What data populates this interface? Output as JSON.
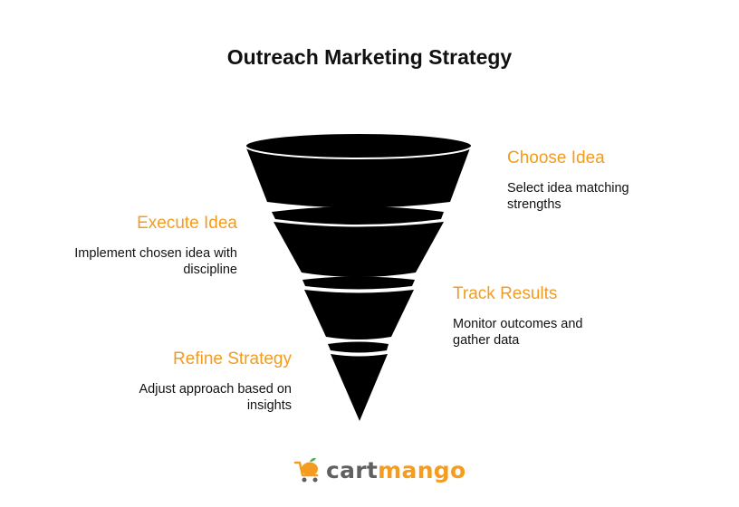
{
  "title": "Outreach Marketing Strategy",
  "colors": {
    "accent": "#f39c1f",
    "funnel": "#000000",
    "text": "#111111",
    "brand_dark": "#606060"
  },
  "stages": [
    {
      "label": "Choose Idea",
      "description": "Select idea matching strengths"
    },
    {
      "label": "Execute Idea",
      "description": "Implement chosen idea with discipline"
    },
    {
      "label": "Track Results",
      "description": "Monitor outcomes and gather data"
    },
    {
      "label": "Refine Strategy",
      "description": "Adjust approach based on insights"
    }
  ],
  "brand": {
    "part1": "cart",
    "part2": "mango",
    "icon": "mango-cart-icon"
  }
}
